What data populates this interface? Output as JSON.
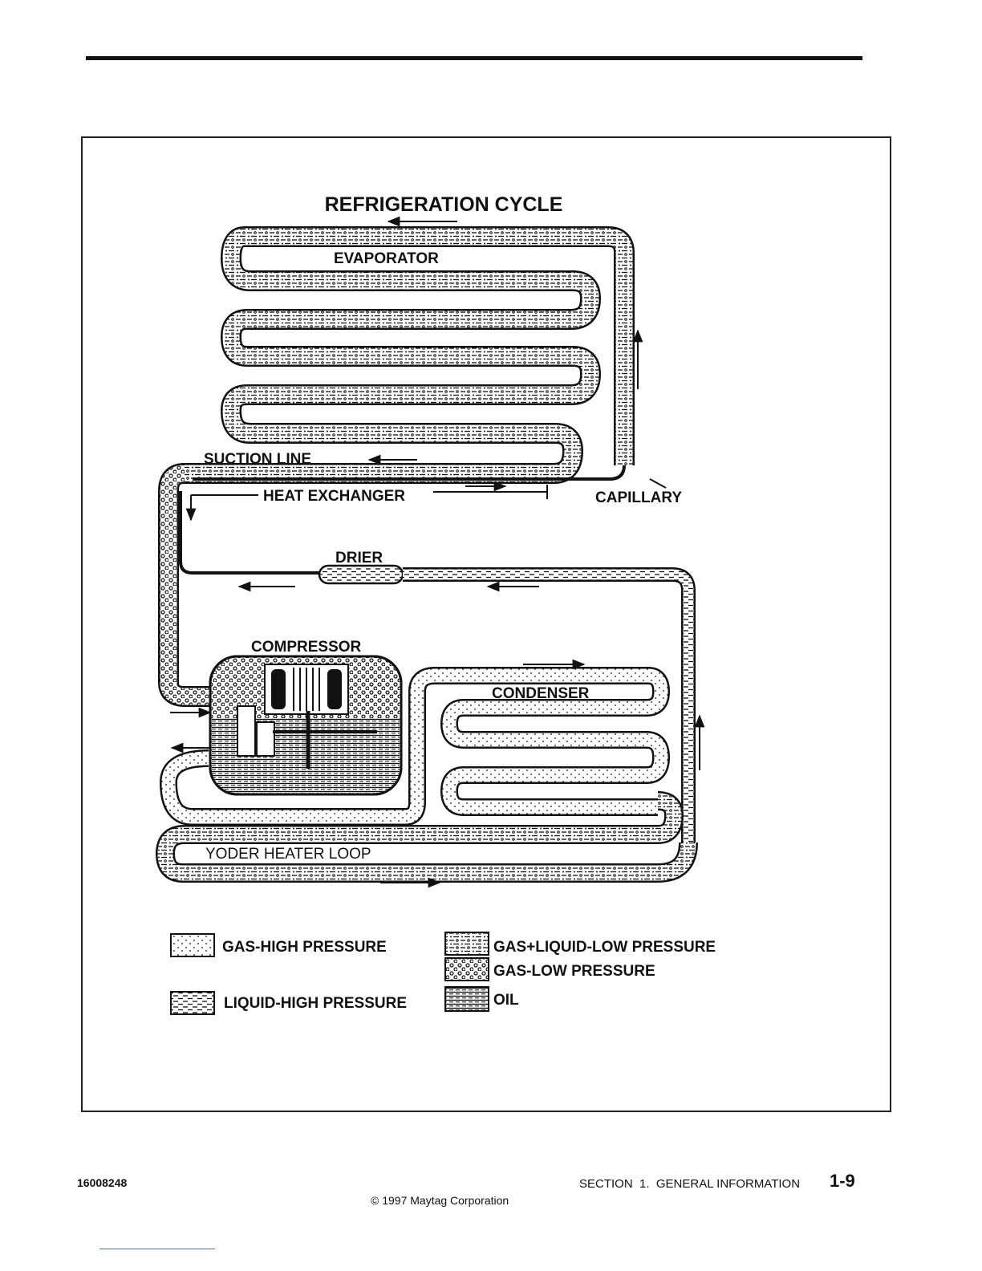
{
  "diagram": {
    "title": "REFRIGERATION CYCLE",
    "labels": {
      "evaporator": "EVAPORATOR",
      "suction_line": "SUCTION LINE",
      "heat_exchanger": "HEAT EXCHANGER",
      "capillary": "CAPILLARY",
      "drier": "DRIER",
      "compressor": "COMPRESSOR",
      "condenser": "CONDENSER",
      "yoder_heater_loop": "YODER HEATER LOOP"
    },
    "legend": [
      {
        "pattern": "gas-high-pressure",
        "label": "GAS-HIGH PRESSURE"
      },
      {
        "pattern": "liquid-high-pressure",
        "label": "LIQUID-HIGH PRESSURE"
      },
      {
        "pattern": "gas-liquid-low-pressure",
        "label": "GAS+LIQUID-LOW PRESSURE"
      },
      {
        "pattern": "gas-low-pressure",
        "label": "GAS-LOW PRESSURE"
      },
      {
        "pattern": "oil",
        "label": "OIL"
      }
    ]
  },
  "footer": {
    "doc_number": "16008248",
    "section": "SECTION  1.  GENERAL INFORMATION",
    "page_number": "1-9",
    "copyright": "© 1997 Maytag Corporation"
  }
}
